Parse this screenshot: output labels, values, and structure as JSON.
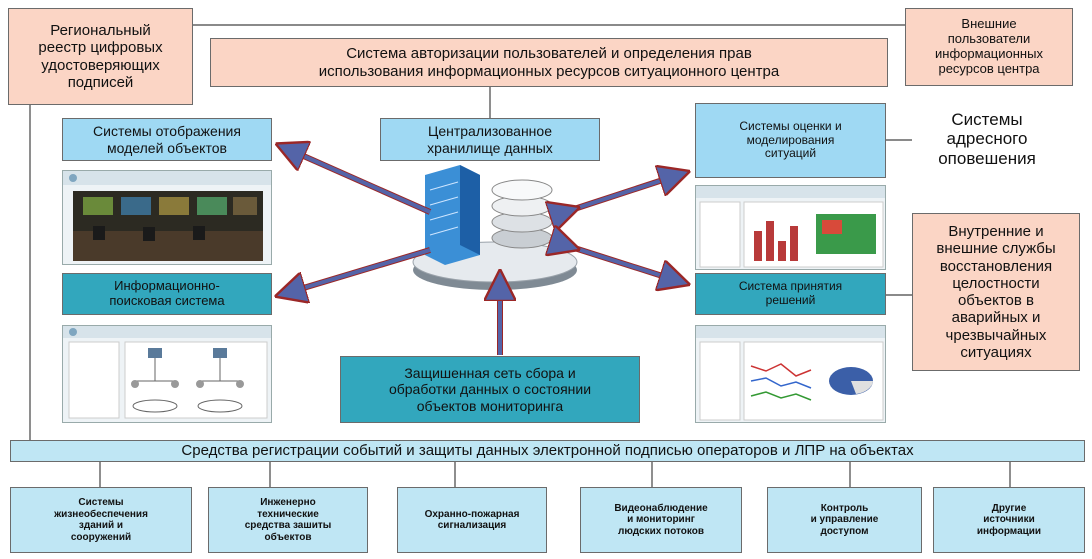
{
  "top_left_box": "Региональный\nреестр цифровых\nудостоверяющих\nподписей",
  "top_right_box": "Внешние\nпользователи\nинформационных\nресурсов центра",
  "auth_system": "Система авторизации пользователей  и определения прав\nиспользования информационных ресурсов  ситуационного центра",
  "central_storage": "Централизованное\nхранилище данных",
  "display_systems": "Системы отображения\nмоделей  объектов",
  "info_search": "Информационно-\nпоисковая система",
  "assessment": "Системы  оценки  и\nмоделирования\nситуаций",
  "notification": "Системы\nадресного\nоповешения",
  "decision": "Система принятия\nрешений",
  "recovery_services": "Внутренние и\nвнешние службы\nвосстановления\nцелостности\nобъектов в\nаварийных и\nчрезвычайных\nситуациях",
  "secure_network": "Защишенная сеть  сбора и\nобработки данных о состоянии\nобъектов мониторинга",
  "registration_bar": "Средства регистрации событий и  защиты данных электронной подписью операторов и ЛПР на объектах",
  "bottom_items": [
    "Системы\nжизнеобеспечения\nзданий и\nсооружений",
    "Инженерно\nтехнические\nсредства зашиты\nобъектов",
    "Охранно-пожарная\nсигнализация",
    "Видеонаблюдение\nи  мониторинг\nлюдских потоков",
    "Контроль\nи управление\nдоступом",
    "Другие\nисточники\nинформации"
  ],
  "colors": {
    "salmon": "#fbd5c5",
    "light_blue": "#bfe6f4",
    "teal": "#32a7bd",
    "arrow": "#5464a8",
    "arrow_outline": "#9b2727"
  }
}
